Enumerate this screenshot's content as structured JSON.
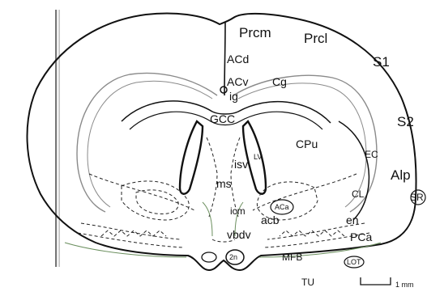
{
  "labels": {
    "Prcm": "Prcm",
    "Prcl": "Prcl",
    "S1": "S1",
    "S2": "S2",
    "ACd": "ACd",
    "ACv": "ACv",
    "Cg": "Cg",
    "ig": "ig",
    "GCC": "GCC",
    "CPu": "CPu",
    "EC": "EC",
    "LV": "LV",
    "isv": "isv",
    "ms": "ms",
    "Alp": "Alp",
    "SR": "SR",
    "CL": "CL",
    "icm": "icm",
    "ACa": "ACa",
    "acb": "acb",
    "en": "en",
    "vbdv": "vbdv",
    "PCa": "PCa",
    "2n": "2n",
    "MFB": "MFB",
    "LOT": "LOT",
    "TU": "TU"
  },
  "scale_bar": {
    "label": "1 mm"
  },
  "colors": {
    "outline": "#111111",
    "dashed": "#222222",
    "gray_line": "#8a8a8a",
    "faint_green": "#6b8f5e"
  }
}
